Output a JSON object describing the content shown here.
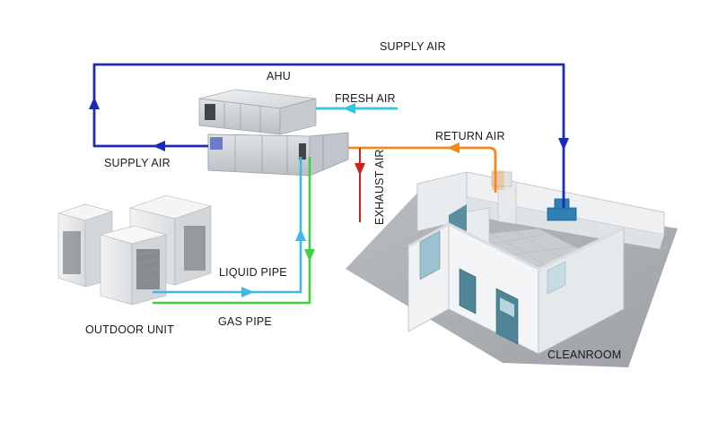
{
  "labels": {
    "supply_air_top": "SUPPLY AIR",
    "ahu": "AHU",
    "fresh_air": "FRESH AIR",
    "return_air": "RETURN AIR",
    "supply_air_left": "SUPPLY AIR",
    "exhaust_air": "EXHAUST AIR",
    "liquid_pipe": "LIQUID PIPE",
    "gas_pipe": "GAS PIPE",
    "outdoor_unit": "OUTDOOR UNIT",
    "cleanroom": "CLEANROOM"
  },
  "line_colors": {
    "supply_air": "#1a2bb8",
    "fresh_air": "#33c6e0",
    "return_air": "#f08a1c",
    "exhaust_air": "#d42020",
    "liquid_pipe": "#3fb8e8",
    "gas_pipe": "#3ed13e"
  },
  "icons": [
    "ahu-unit",
    "outdoor-unit",
    "cleanroom-model",
    "flow-arrow"
  ]
}
